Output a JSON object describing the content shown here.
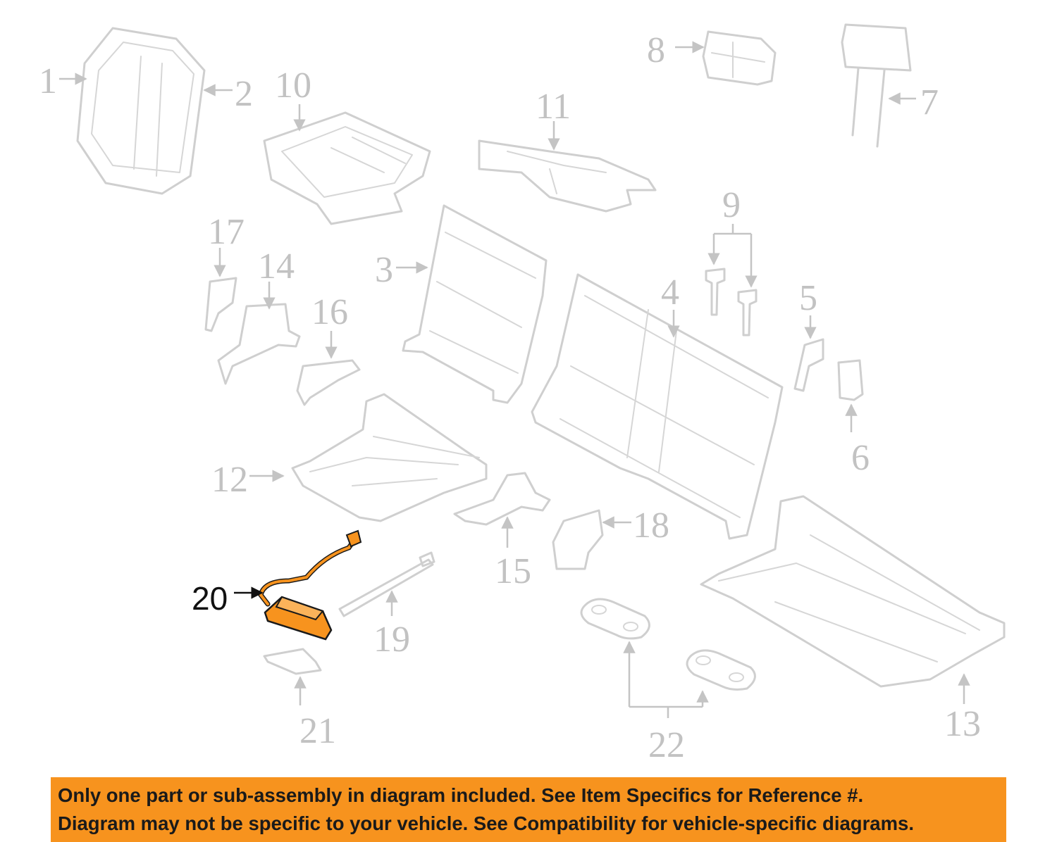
{
  "diagram": {
    "callouts": [
      "1",
      "2",
      "3",
      "4",
      "5",
      "6",
      "7",
      "8",
      "9",
      "10",
      "11",
      "12",
      "13",
      "14",
      "15",
      "16",
      "17",
      "18",
      "19",
      "20",
      "21",
      "22"
    ],
    "highlighted_part": "20",
    "highlight_color": "#f7931e",
    "line_color": "#cccccc"
  },
  "disclaimer": {
    "line1": "Only one part or sub-assembly in diagram included. See Item Specifics for Reference #.",
    "line2": "Diagram may not be specific to your vehicle. See Compatibility for vehicle-specific diagrams.",
    "background": "#f7931e"
  }
}
